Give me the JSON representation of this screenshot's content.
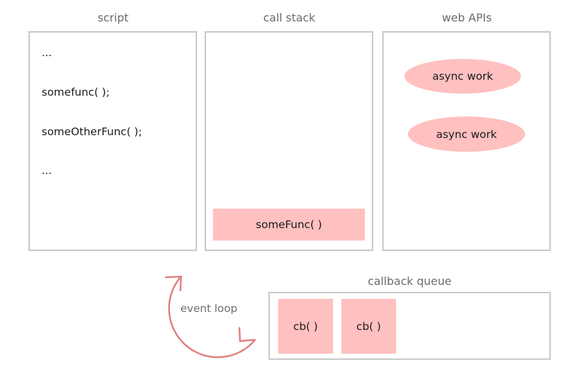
{
  "colors": {
    "accent_fill": "#ffc0c0",
    "loop_stroke": "#e07f7f",
    "panel_border": "#c8c8c8",
    "title_text": "#6b6b6b"
  },
  "script": {
    "title": "script",
    "lines": [
      "...",
      "somefunc( );",
      "someOtherFunc( );",
      "..."
    ]
  },
  "call_stack": {
    "title": "call stack",
    "frames": [
      "someFunc( )"
    ]
  },
  "web_apis": {
    "title": "web APIs",
    "items": [
      "async work",
      "async work"
    ]
  },
  "event_loop": {
    "label": "event loop",
    "icon": "circular-arrow-icon"
  },
  "callback_queue": {
    "title": "callback queue",
    "items": [
      "cb( )",
      "cb( )"
    ]
  }
}
